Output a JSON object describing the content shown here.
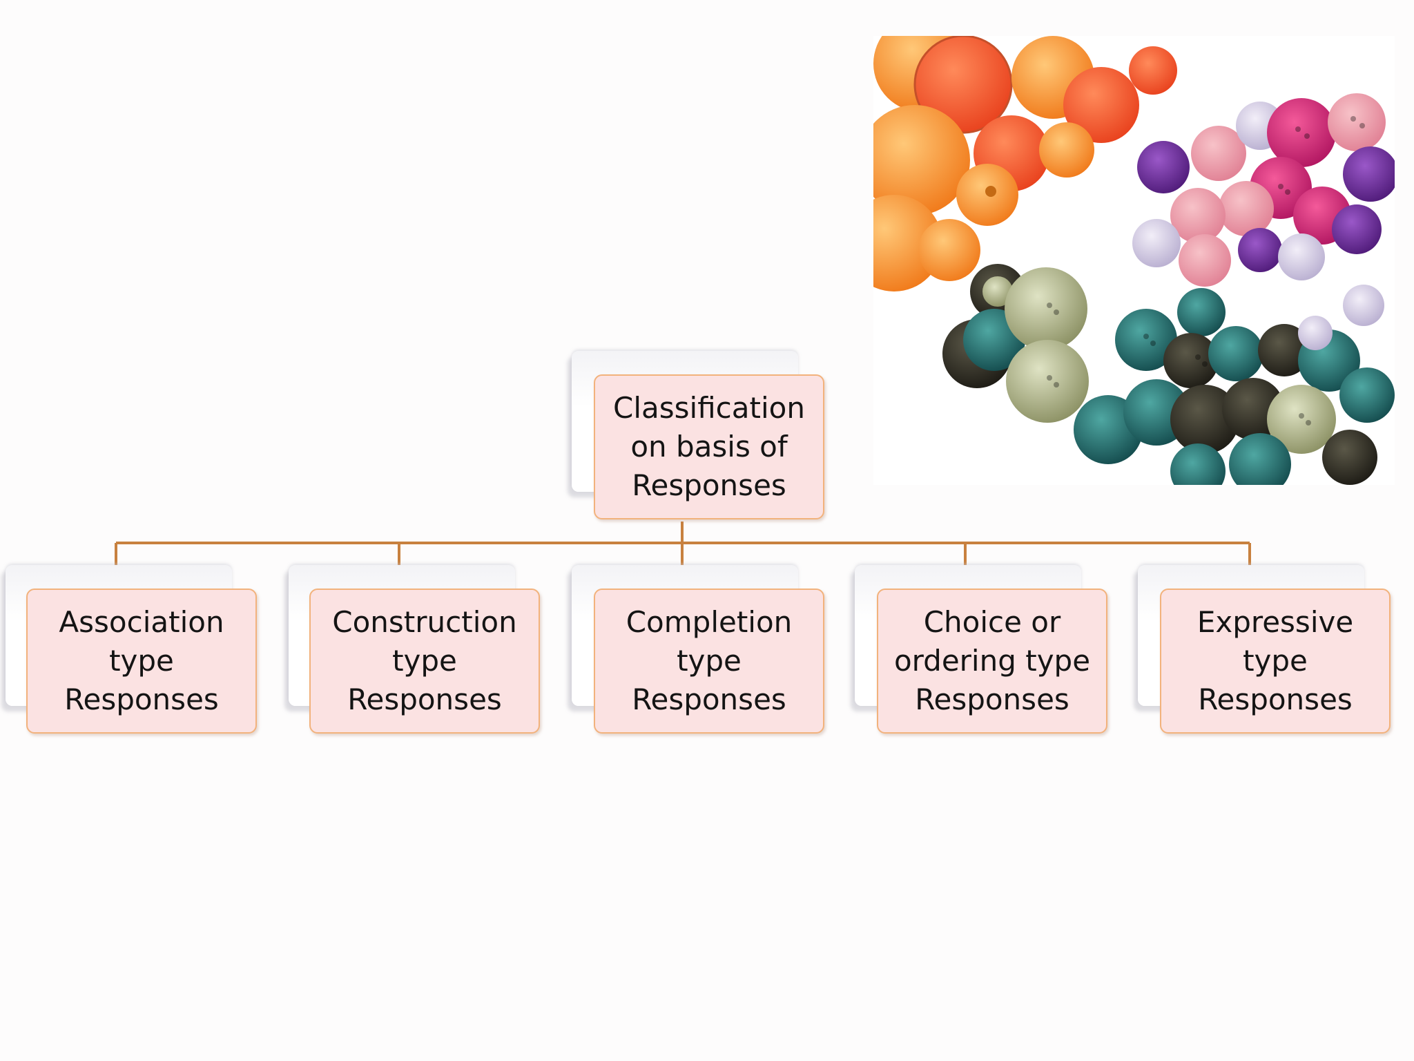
{
  "diagram": {
    "root": {
      "label": "Classification\non basis of\nResponses"
    },
    "children": [
      {
        "label": "Association\ntype\nResponses"
      },
      {
        "label": "Construction\ntype\nResponses"
      },
      {
        "label": "Completion\ntype\nResponses"
      },
      {
        "label": "Choice or\nordering type\nResponses"
      },
      {
        "label": "Expressive\ntype\nResponses"
      }
    ]
  },
  "colors": {
    "node_fill": "#fbe2e2",
    "node_border": "#f2b27c",
    "connector": "#c8813f",
    "background": "#fdfcfc"
  },
  "photo": {
    "subject": "assorted colorful sewing buttons"
  }
}
